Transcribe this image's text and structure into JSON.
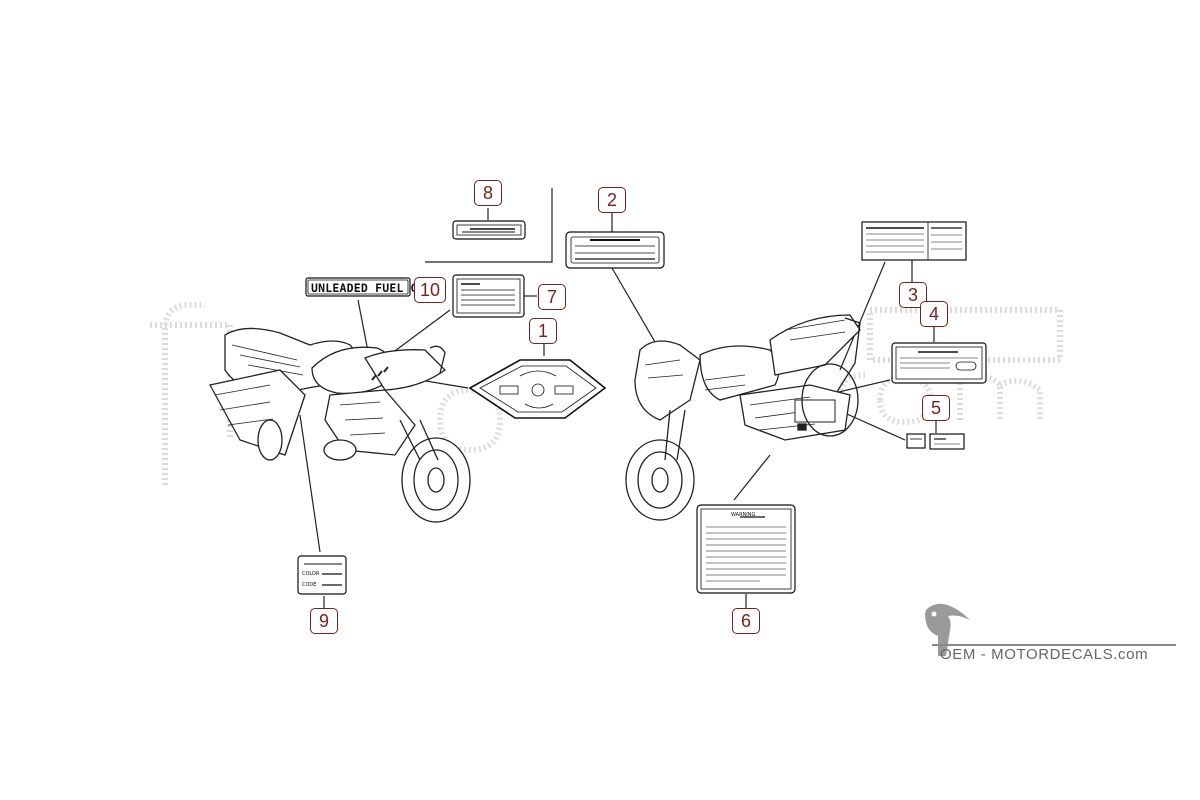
{
  "callouts": [
    "1",
    "2",
    "3",
    "4",
    "5",
    "6",
    "7",
    "8",
    "9",
    "10"
  ],
  "labels": {
    "fuel": "UNLEADED FUEL ONLY",
    "warning": "WARNING",
    "color": "COLOR",
    "code": "CODE"
  },
  "watermark": {
    "site": "OEM - MOTORDECALS.com",
    "bird_icon": "toucan-icon"
  },
  "colors": {
    "callout": "#7a1f1f",
    "line": "#222222",
    "watermark": "#c8c8c8"
  }
}
